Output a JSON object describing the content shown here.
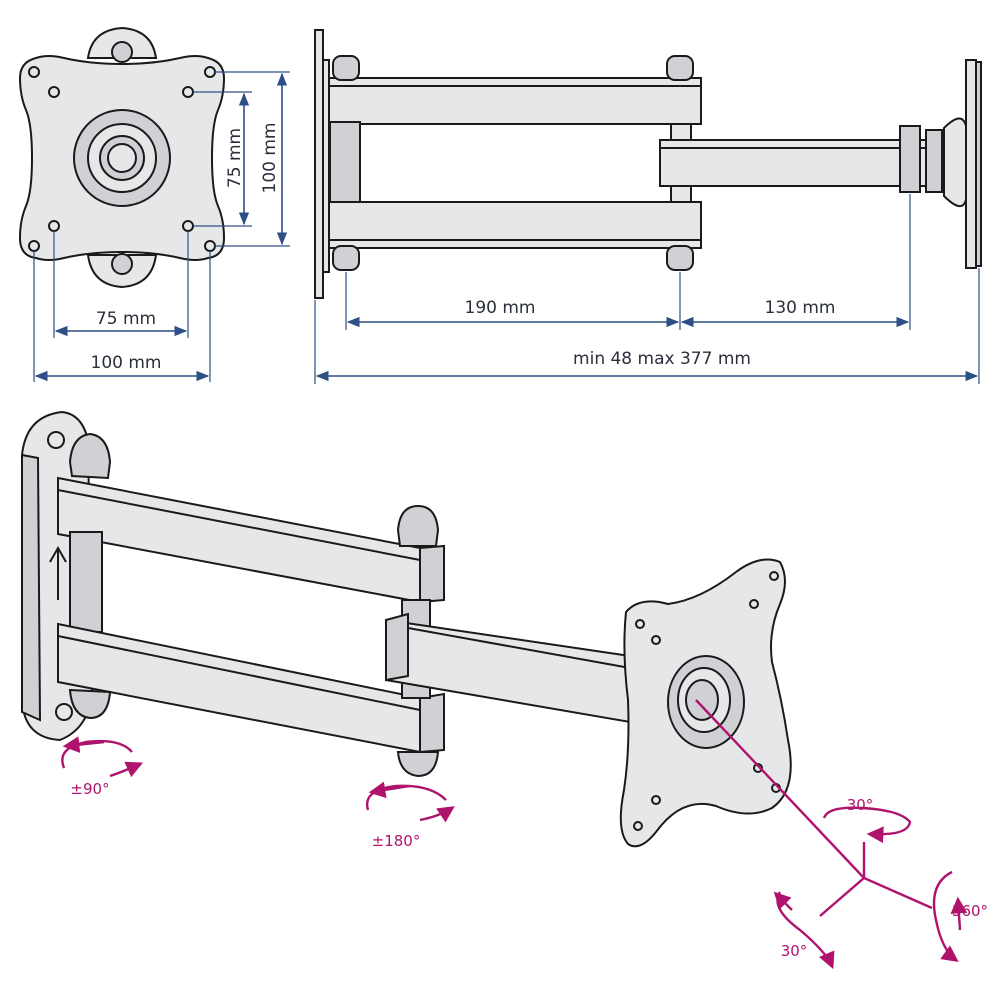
{
  "dimensions": {
    "plate_inner_vertical": "75 mm",
    "plate_outer_vertical": "100 mm",
    "plate_inner_horizontal": "75 mm",
    "plate_outer_horizontal": "100 mm",
    "arm_long": "190 mm",
    "arm_short": "130 mm",
    "extension_range": "min 48 max 377 mm"
  },
  "rotations": {
    "wall_pivot": "±90°",
    "middle_pivot": "±180°",
    "tilt_top": "30°",
    "swivel_side": "30°",
    "rotate": "360°"
  },
  "colors": {
    "dimension": "#2d4f86",
    "rotation": "#b0136d",
    "outline": "#1a1a1a",
    "metal": "#e6e7e9"
  }
}
